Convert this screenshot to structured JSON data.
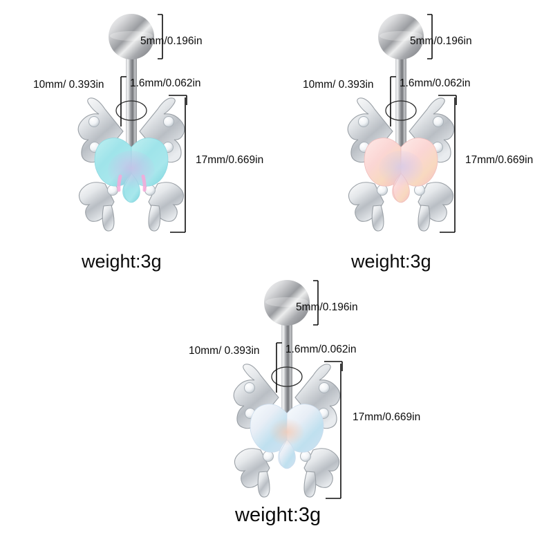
{
  "product": {
    "type": "butterfly-belly-button-ring",
    "material_finish": "silver",
    "stone_count_per_piece": 6,
    "background_color": "#ffffff"
  },
  "dimensions": {
    "ball": "5mm/0.196in",
    "length": "10mm/ 0.393in",
    "gauge": "1.6mm/0.062in",
    "height": "17mm/0.669in"
  },
  "weight_label": "weight:3g",
  "items": [
    {
      "index": 1,
      "charm_color_name": "aqua",
      "charm_colors": {
        "base": "#9fe4ea",
        "mid": "#bdeef0",
        "edge": "#7fd6de",
        "accent": "#f7a8d8",
        "center": "#c9bfe8"
      },
      "dimensions": {
        "ball": "5mm/0.196in",
        "length": "10mm/ 0.393in",
        "gauge": "1.6mm/0.062in",
        "height": "17mm/0.669in"
      },
      "weight": "weight:3g"
    },
    {
      "index": 2,
      "charm_color_name": "blush-pink",
      "charm_colors": {
        "base": "#fbd6d4",
        "mid": "#fde8e6",
        "edge": "#f6c3c2",
        "accent": "#f8d9c0",
        "center": "#d8cbe6"
      },
      "dimensions": {
        "ball": "5mm/0.196in",
        "length": "10mm/ 0.393in",
        "gauge": "1.6mm/0.062in",
        "height": "17mm/0.669in"
      },
      "weight": "weight:3g"
    },
    {
      "index": 3,
      "charm_color_name": "white-opal",
      "charm_colors": {
        "base": "#e8eef6",
        "mid": "#f6fafd",
        "edge": "#cfe2f1",
        "accent": "#f3c9b4",
        "center": "#bfe0ef"
      },
      "dimensions": {
        "ball": "5mm/0.196in",
        "length": "10mm/ 0.393in",
        "gauge": "1.6mm/0.062in",
        "height": "17mm/0.669in"
      },
      "weight": "weight:3g"
    }
  ]
}
